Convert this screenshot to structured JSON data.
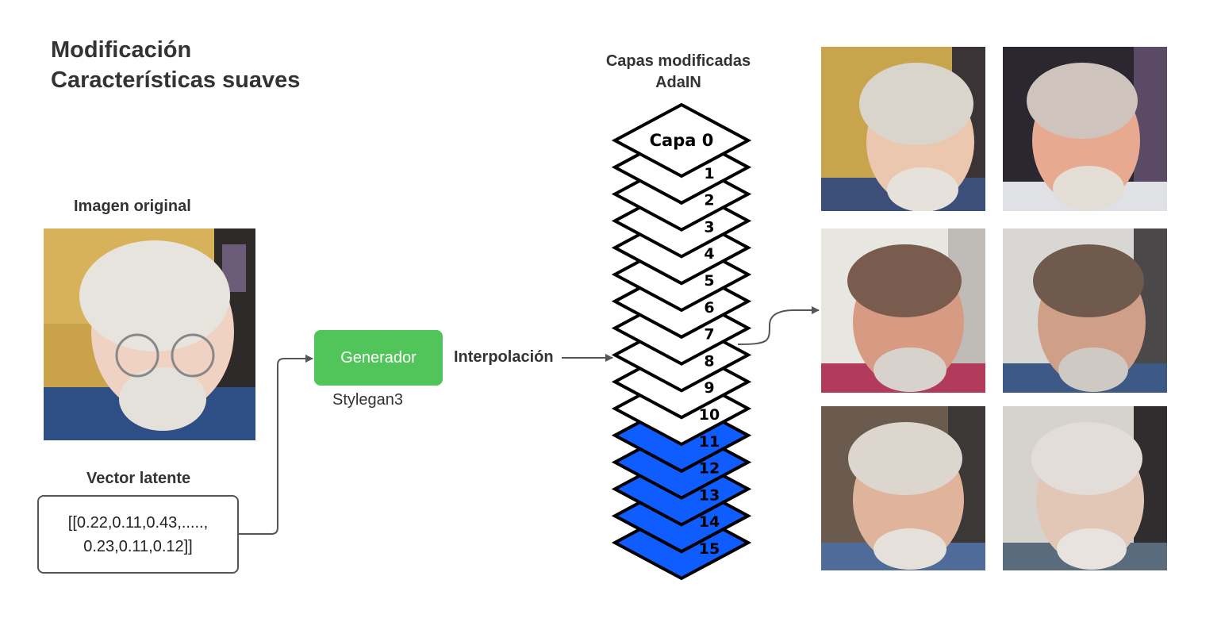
{
  "title": {
    "line1": "Modificación",
    "line2": "Características suaves"
  },
  "original": {
    "label": "Imagen original"
  },
  "latent": {
    "label": "Vector latente",
    "line1": "[[0.22,0.11,0.43,.....,",
    "line2": "0.23,0.11,0.12]]"
  },
  "generator": {
    "label": "Generador",
    "caption": "Stylegan3",
    "color": "#52c55a"
  },
  "interpolation": {
    "label": "Interpolación"
  },
  "layers": {
    "heading_line1": "Capas modificadas",
    "heading_line2": "AdaIN",
    "items": [
      {
        "label": "Capa 0",
        "modified": false
      },
      {
        "label": "1",
        "modified": false
      },
      {
        "label": "2",
        "modified": false
      },
      {
        "label": "3",
        "modified": false
      },
      {
        "label": "4",
        "modified": false
      },
      {
        "label": "5",
        "modified": false
      },
      {
        "label": "6",
        "modified": false
      },
      {
        "label": "7",
        "modified": false
      },
      {
        "label": "8",
        "modified": false
      },
      {
        "label": "9",
        "modified": false
      },
      {
        "label": "10",
        "modified": false
      },
      {
        "label": "11",
        "modified": true
      },
      {
        "label": "12",
        "modified": true
      },
      {
        "label": "13",
        "modified": true
      },
      {
        "label": "14",
        "modified": true
      },
      {
        "label": "15",
        "modified": true
      }
    ],
    "modified_color": "#0f5cff",
    "unmodified_color": "#ffffff"
  },
  "results": {
    "count": 6,
    "arrangement": "3 rows x 2 columns"
  }
}
